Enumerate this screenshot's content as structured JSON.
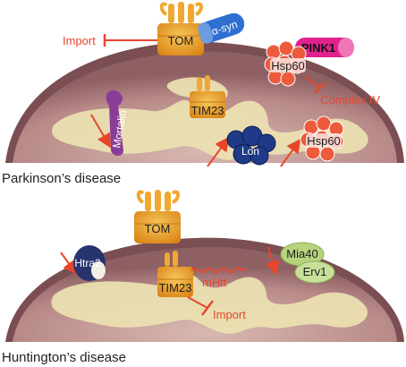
{
  "panels": {
    "parkinson": {
      "caption": "Parkinson’s disease",
      "labels": {
        "import": "Import",
        "tom": "TOM",
        "asyn": "α-syn",
        "pink1": "PINK1",
        "hsp60_top": "Hsp60",
        "complex_iv": "Complex IV",
        "mortalin": "Mortalin",
        "tim23": "TIM23",
        "lon": "Lon",
        "hsp60_bottom": "Hsp60"
      }
    },
    "huntington": {
      "caption": "Huntington’s disease",
      "labels": {
        "tom": "TOM",
        "htra2": "Htra2",
        "tim23": "TIM23",
        "mhtt": "mHtt",
        "import": "Import",
        "mia40": "Mia40",
        "erv1": "Erv1"
      }
    }
  },
  "colors": {
    "membrane": "#7a4e52",
    "matrix": "#b88a88",
    "cristae": "#ece2b2",
    "translocase": "#f0a830",
    "translocase_dark": "#d2841a",
    "inhibition": "#e8462b",
    "asyn": "#2f6fd2",
    "pink1": "#e0228c",
    "hsp60": "#ee5a3c",
    "mortalin": "#8a3d96",
    "lon": "#1f3a86",
    "htra2": "#27346e",
    "mia40": "#b6d37e"
  }
}
